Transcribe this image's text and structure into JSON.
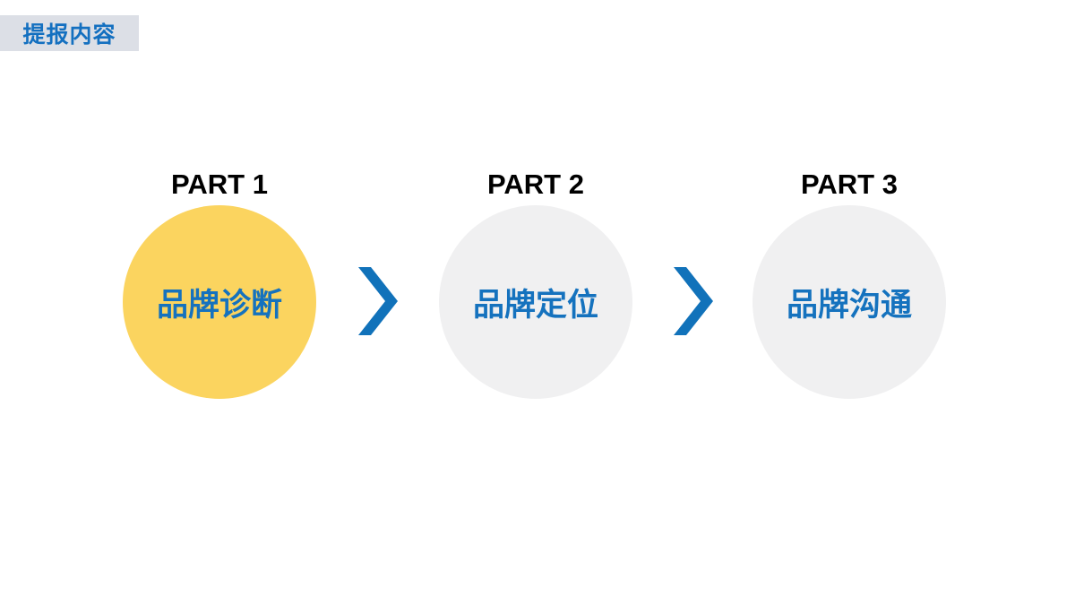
{
  "slide": {
    "header_badge_label": "提报内容"
  },
  "stages": [
    {
      "part_label": "PART 1",
      "circle_label": "品牌诊断"
    },
    {
      "part_label": "PART 2",
      "circle_label": "品牌定位"
    },
    {
      "part_label": "PART 3",
      "circle_label": "品牌沟通"
    }
  ],
  "icons": {
    "arrow_1": "chevron-right-icon",
    "arrow_2": "chevron-right-icon"
  },
  "colors": {
    "badge_bg": "#DCDFE6",
    "badge_text": "#1470C0",
    "accent_blue": "#1172BA",
    "circle_text_blue": "#1572BE",
    "circle_active_yellow": "#FBD45F",
    "circle_inactive_gray": "#F0F0F1",
    "part_label_black": "#000000",
    "background_white": "#FFFFFF"
  }
}
